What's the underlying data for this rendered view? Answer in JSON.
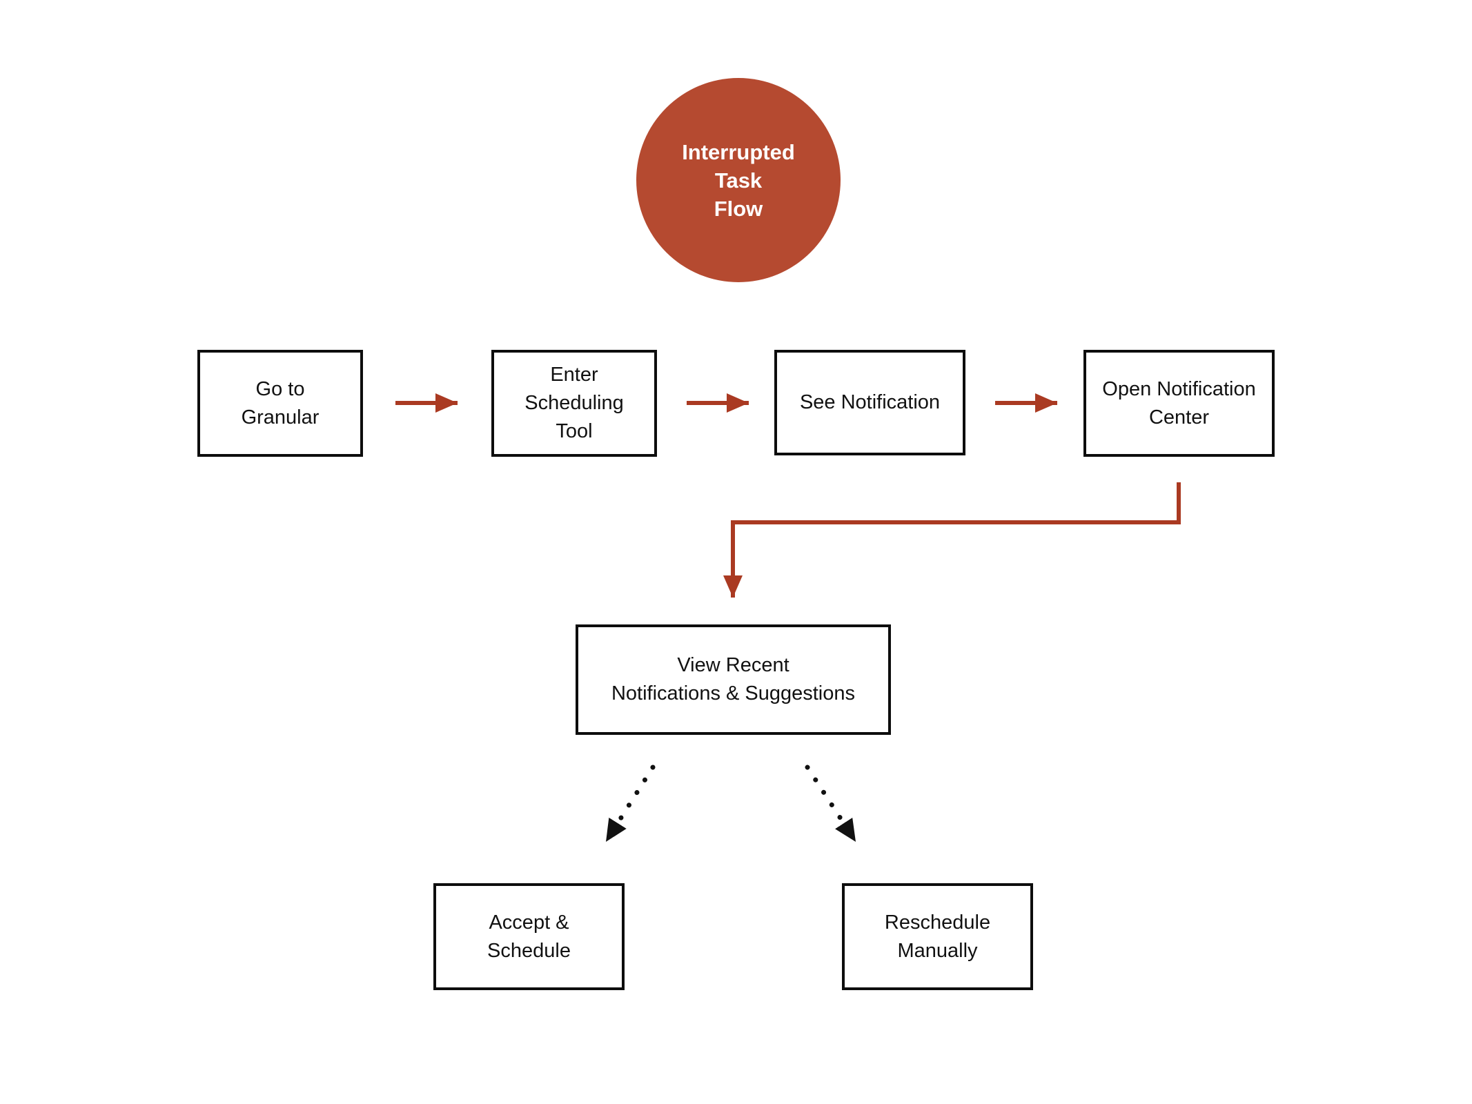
{
  "diagram": {
    "colors": {
      "start_fill": "#B54A30",
      "start_text": "#FFFFFF",
      "flow_arrow": "#AA3A22",
      "branch_arrow": "#111111",
      "node_fill": "#FFFFFF",
      "node_border": "#0D0D0D",
      "node_text": "#111111",
      "background": "#FFFFFF"
    },
    "start": {
      "lines": [
        "Interrupted",
        "Task",
        "Flow"
      ]
    },
    "steps": {
      "go_to_granular": {
        "lines": [
          "Go to",
          "Granular"
        ]
      },
      "enter_scheduling_tool": {
        "lines": [
          "Enter",
          "Scheduling",
          "Tool"
        ]
      },
      "see_notification": {
        "lines": [
          "See Notification"
        ]
      },
      "open_notification_center": {
        "lines": [
          "Open Notification",
          "Center"
        ]
      },
      "view_recent": {
        "lines": [
          "View Recent",
          "Notifications & Suggestions"
        ]
      },
      "accept_schedule": {
        "lines": [
          "Accept &",
          "Schedule"
        ]
      },
      "reschedule_manually": {
        "lines": [
          "Reschedule",
          "Manually"
        ]
      }
    },
    "edges": [
      {
        "from": "go_to_granular",
        "to": "enter_scheduling_tool",
        "style": "solid",
        "color": "#AA3A22"
      },
      {
        "from": "enter_scheduling_tool",
        "to": "see_notification",
        "style": "solid",
        "color": "#AA3A22"
      },
      {
        "from": "see_notification",
        "to": "open_notification_center",
        "style": "solid",
        "color": "#AA3A22"
      },
      {
        "from": "open_notification_center",
        "to": "view_recent",
        "style": "solid-elbow",
        "color": "#AA3A22"
      },
      {
        "from": "view_recent",
        "to": "accept_schedule",
        "style": "dotted",
        "color": "#111111"
      },
      {
        "from": "view_recent",
        "to": "reschedule_manually",
        "style": "dotted",
        "color": "#111111"
      }
    ]
  }
}
